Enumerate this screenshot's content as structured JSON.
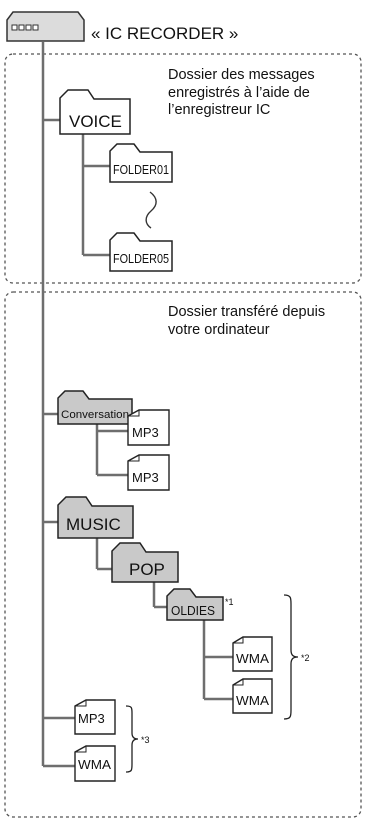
{
  "device": {
    "label": "« IC RECORDER »"
  },
  "sections": [
    {
      "caption_lines": [
        "Dossier des messages",
        "enregistrés à l’aide de",
        "l’enregistreur IC"
      ],
      "root_folder": "VOICE",
      "subfolders": [
        "FOLDER01",
        "FOLDER05"
      ]
    },
    {
      "caption_lines": [
        "Dossier transféré depuis",
        "votre ordinateur"
      ]
    }
  ],
  "tree": {
    "conversation_folder": "Conversation",
    "conversation_files": [
      "MP3",
      "MP3"
    ],
    "music_folder": "MUSIC",
    "pop_folder": "POP",
    "oldies_folder": "OLDIES",
    "oldies_note": "*1",
    "oldies_files": [
      "WMA",
      "WMA"
    ],
    "oldies_files_note": "*2",
    "root_files": [
      "MP3",
      "WMA"
    ],
    "root_files_note": "*3"
  },
  "colors": {
    "line": "#6e6e6e",
    "folder_grey": "#c9c9c9",
    "dash": "#555555"
  }
}
